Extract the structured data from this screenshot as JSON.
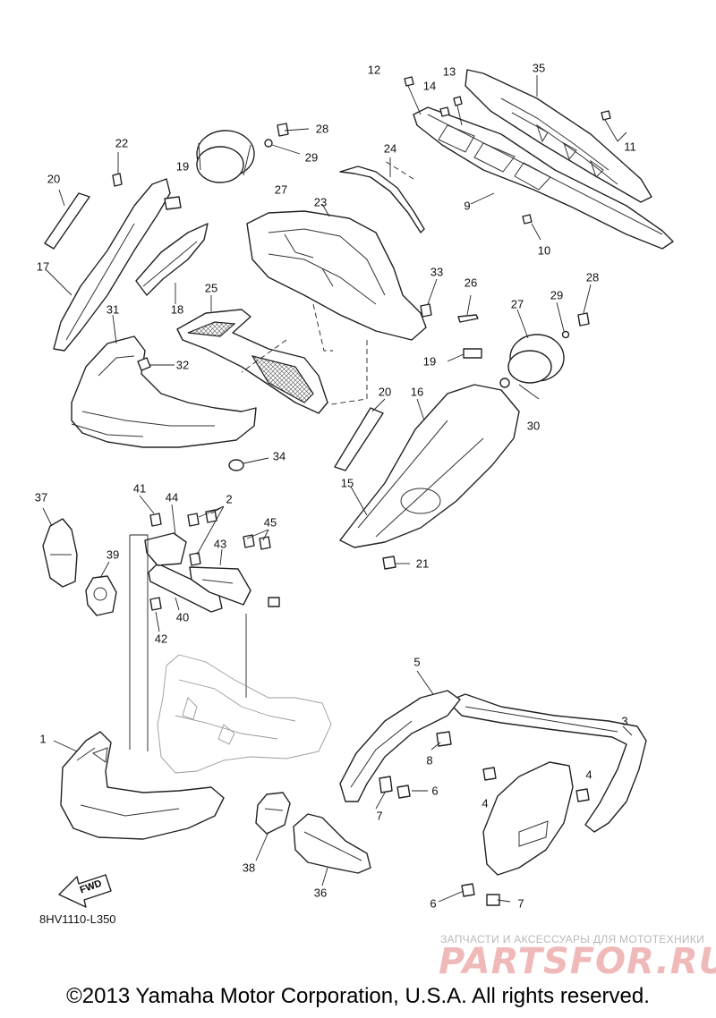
{
  "callouts": [
    {
      "id": "c1",
      "text": "1"
    },
    {
      "id": "c2",
      "text": "2"
    },
    {
      "id": "c3",
      "text": "3"
    },
    {
      "id": "c4a",
      "text": "4"
    },
    {
      "id": "c4b",
      "text": "4"
    },
    {
      "id": "c5",
      "text": "5"
    },
    {
      "id": "c6a",
      "text": "6"
    },
    {
      "id": "c6b",
      "text": "6"
    },
    {
      "id": "c7a",
      "text": "7"
    },
    {
      "id": "c7b",
      "text": "7"
    },
    {
      "id": "c8",
      "text": "8"
    },
    {
      "id": "c9",
      "text": "9"
    },
    {
      "id": "c10",
      "text": "10"
    },
    {
      "id": "c11",
      "text": "11"
    },
    {
      "id": "c12",
      "text": "12"
    },
    {
      "id": "c13",
      "text": "13"
    },
    {
      "id": "c14",
      "text": "14"
    },
    {
      "id": "c15",
      "text": "15"
    },
    {
      "id": "c16",
      "text": "16"
    },
    {
      "id": "c17",
      "text": "17"
    },
    {
      "id": "c18",
      "text": "18"
    },
    {
      "id": "c19a",
      "text": "19"
    },
    {
      "id": "c19b",
      "text": "19"
    },
    {
      "id": "c20a",
      "text": "20"
    },
    {
      "id": "c20b",
      "text": "20"
    },
    {
      "id": "c21",
      "text": "21"
    },
    {
      "id": "c22",
      "text": "22"
    },
    {
      "id": "c23",
      "text": "23"
    },
    {
      "id": "c24",
      "text": "24"
    },
    {
      "id": "c25",
      "text": "25"
    },
    {
      "id": "c26",
      "text": "26"
    },
    {
      "id": "c27a",
      "text": "27"
    },
    {
      "id": "c27b",
      "text": "27"
    },
    {
      "id": "c28a",
      "text": "28"
    },
    {
      "id": "c28b",
      "text": "28"
    },
    {
      "id": "c29a",
      "text": "29"
    },
    {
      "id": "c29b",
      "text": "29"
    },
    {
      "id": "c30",
      "text": "30"
    },
    {
      "id": "c31",
      "text": "31"
    },
    {
      "id": "c32",
      "text": "32"
    },
    {
      "id": "c33",
      "text": "33"
    },
    {
      "id": "c34",
      "text": "34"
    },
    {
      "id": "c35",
      "text": "35"
    },
    {
      "id": "c36",
      "text": "36"
    },
    {
      "id": "c37",
      "text": "37"
    },
    {
      "id": "c38",
      "text": "38"
    },
    {
      "id": "c39",
      "text": "39"
    },
    {
      "id": "c40",
      "text": "40"
    },
    {
      "id": "c41",
      "text": "41"
    },
    {
      "id": "c42",
      "text": "42"
    },
    {
      "id": "c43",
      "text": "43"
    },
    {
      "id": "c44",
      "text": "44"
    },
    {
      "id": "c45",
      "text": "45"
    }
  ],
  "fwd_label": "FWD",
  "diagram_code": "8HV1110-L350",
  "watermark": {
    "small_text": "ЗАПЧАСТИ И АКСЕССУАРЫ ДЛЯ МОТОТЕХНИКИ",
    "logo_text": "PARTSFOR.RU"
  },
  "copyright": "©2013 Yamaha Motor Corporation, U.S.A. All rights reserved."
}
